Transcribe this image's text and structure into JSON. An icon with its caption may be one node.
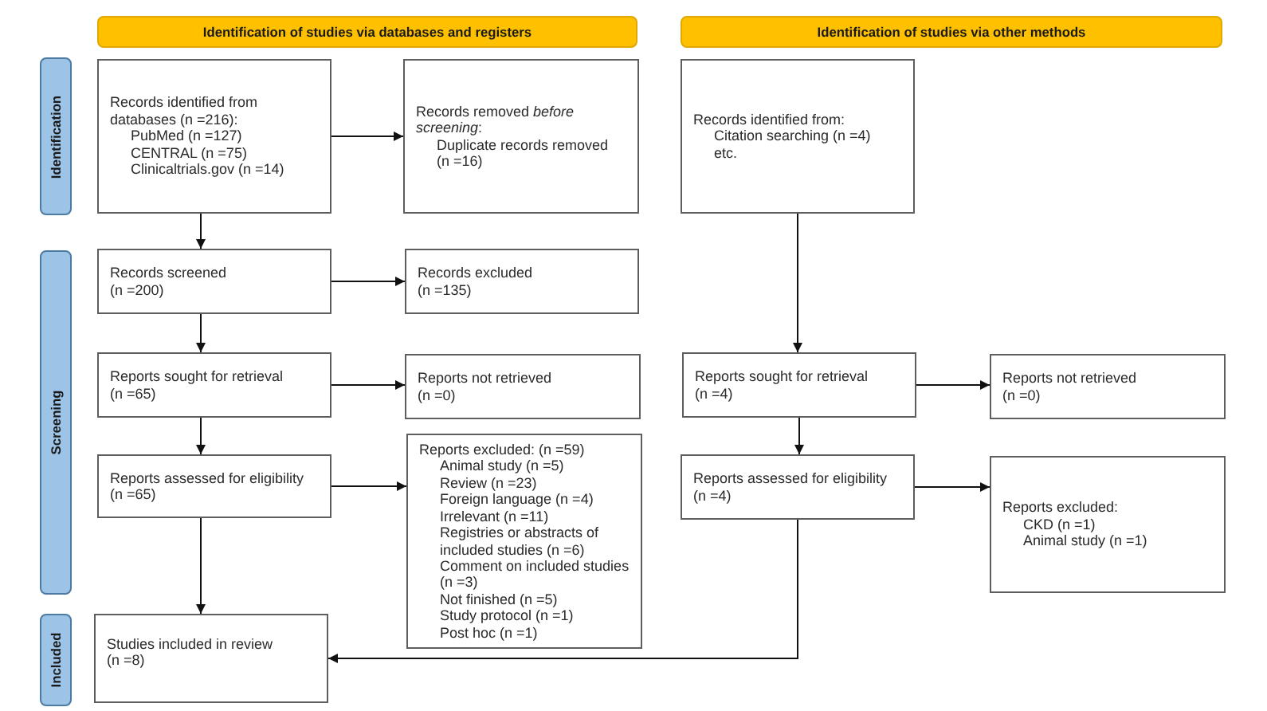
{
  "diagram": {
    "nodes": [
      {
        "text": [
          "Identification of studies via databases and registers"
        ]
      },
      {
        "text": [
          "Identification of studies via other methods"
        ]
      },
      {
        "text": [
          "Identification"
        ]
      },
      {
        "text": [
          "Records identified from databases (n =216):",
          "PubMed (n =127)",
          "CENTRAL (n =75)",
          "Clinicaltrials.gov (n =14)"
        ]
      },
      {
        "text": [
          "Records removed *before screening*:",
          "Duplicate records removed (n =16)"
        ]
      },
      {
        "text": [
          "Records identified from:",
          "Citation searching (n =4)",
          "etc."
        ]
      },
      {
        "text": [
          "Screening"
        ]
      },
      {
        "text": [
          "Records screened",
          "(n =200)"
        ]
      },
      {
        "text": [
          "Records excluded",
          "(n =135)"
        ]
      },
      {
        "text": [
          "Reports sought for retrieval",
          "(n =65)"
        ]
      },
      {
        "text": [
          "Reports not retrieved",
          "(n =0)"
        ]
      },
      {
        "text": [
          "Reports sought for retrieval",
          "(n =4)"
        ]
      },
      {
        "text": [
          "Reports not retrieved",
          "(n =0)"
        ]
      },
      {
        "text": [
          "Reports assessed for eligibility",
          "(n =65)"
        ]
      },
      {
        "text": [
          "Reports excluded: (n =59)",
          "Animal study (n =5)",
          "Review (n =23)",
          "Foreign language (n =4)",
          "Irrelevant (n =11)",
          "Registries or abstracts of included studies (n =6)",
          "Comment on included studies (n =3)",
          "Not finished (n =5)",
          "Study protocol (n =1)",
          "Post hoc (n =1)"
        ]
      },
      {
        "text": [
          "Reports assessed for eligibility",
          "(n =4)"
        ]
      },
      {
        "text": [
          "Reports excluded:",
          "CKD (n =1)",
          "Animal study (n =1)"
        ]
      },
      {
        "text": [
          "Included"
        ]
      },
      {
        "text": [
          "Studies included in review",
          "(n =8)"
        ]
      }
    ],
    "edges": [
      {
        "from": 3,
        "to": 4,
        "arrow": "to"
      },
      {
        "from": 3,
        "to": 7,
        "arrow": "to"
      },
      {
        "from": 7,
        "to": 8,
        "arrow": "to"
      },
      {
        "from": 7,
        "to": 9,
        "arrow": "to"
      },
      {
        "from": 9,
        "to": 10,
        "arrow": "to"
      },
      {
        "from": 9,
        "to": 13,
        "arrow": "to"
      },
      {
        "from": 13,
        "to": 14,
        "arrow": "to"
      },
      {
        "from": 13,
        "to": 18,
        "arrow": "to"
      },
      {
        "from": 5,
        "to": 11,
        "arrow": "to"
      },
      {
        "from": 11,
        "to": 12,
        "arrow": "to"
      },
      {
        "from": 11,
        "to": 15,
        "arrow": "to"
      },
      {
        "from": 15,
        "to": 16,
        "arrow": "to"
      },
      {
        "from": 15,
        "to": 18,
        "arrow": "to"
      }
    ]
  }
}
